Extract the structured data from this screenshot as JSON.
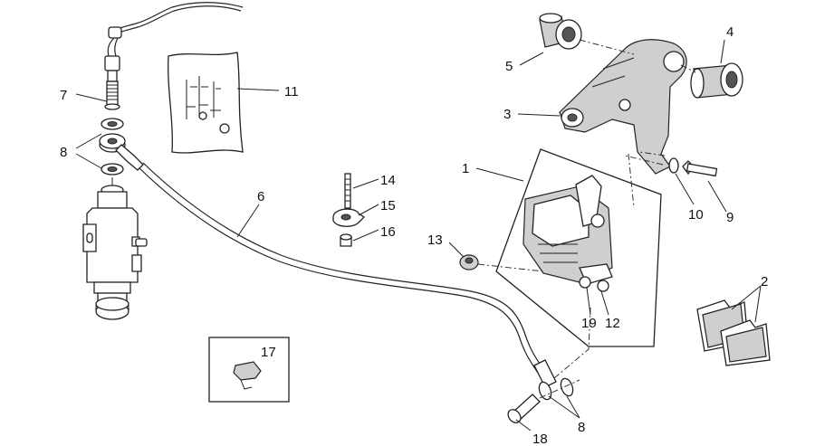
{
  "callouts": {
    "c1": "1",
    "c2": "2",
    "c3": "3",
    "c4": "4",
    "c5": "5",
    "c6": "6",
    "c7": "7",
    "c8a": "8",
    "c8b": "8",
    "c9": "9",
    "c10": "10",
    "c11": "11",
    "c12": "12",
    "c13": "13",
    "c14": "14",
    "c15": "15",
    "c16": "16",
    "c17": "17",
    "c18": "18",
    "c19": "19"
  }
}
